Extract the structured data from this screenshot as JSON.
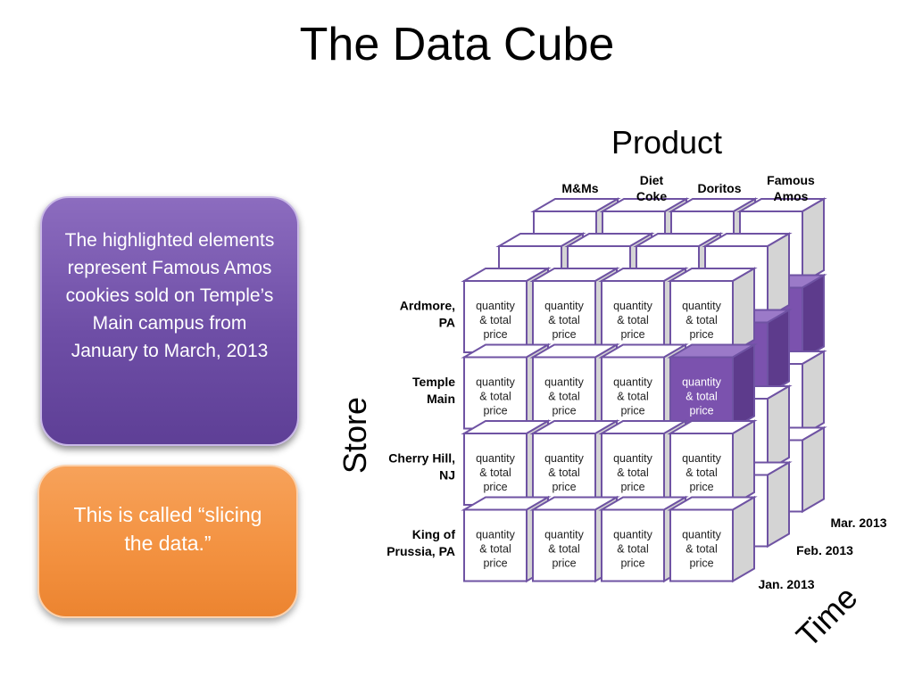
{
  "title": "The Data Cube",
  "callouts": {
    "highlight_note": "The highlighted elements represent Famous Amos cookies sold on Temple’s Main campus from January to March, 2013",
    "slicing_note": "This is called “slicing the data.”"
  },
  "cube": {
    "axis_product": "Product",
    "axis_store": "Store",
    "axis_time": "Time",
    "products": [
      [
        "M&Ms"
      ],
      [
        "Diet",
        "Coke"
      ],
      [
        "Doritos"
      ],
      [
        "Famous",
        "Amos"
      ]
    ],
    "stores": [
      [
        "Ardmore,",
        "PA"
      ],
      [
        "Temple",
        "Main"
      ],
      [
        "Cherry Hill,",
        "NJ"
      ],
      [
        "King of",
        "Prussia, PA"
      ]
    ],
    "times": [
      "Jan. 2013",
      "Feb. 2013",
      "Mar. 2013"
    ],
    "cell_text": [
      "quantity",
      "& total",
      "price"
    ],
    "highlight": {
      "product_index": 3,
      "store_index": 1
    },
    "colors": {
      "cell_face": "#ffffff",
      "cell_side": "#d4d4d4",
      "cell_edge": "#6f53a3",
      "highlight_face": "#7b52ae",
      "highlight_side": "#5d3b8c",
      "highlight_top": "#9b7ac8"
    }
  }
}
